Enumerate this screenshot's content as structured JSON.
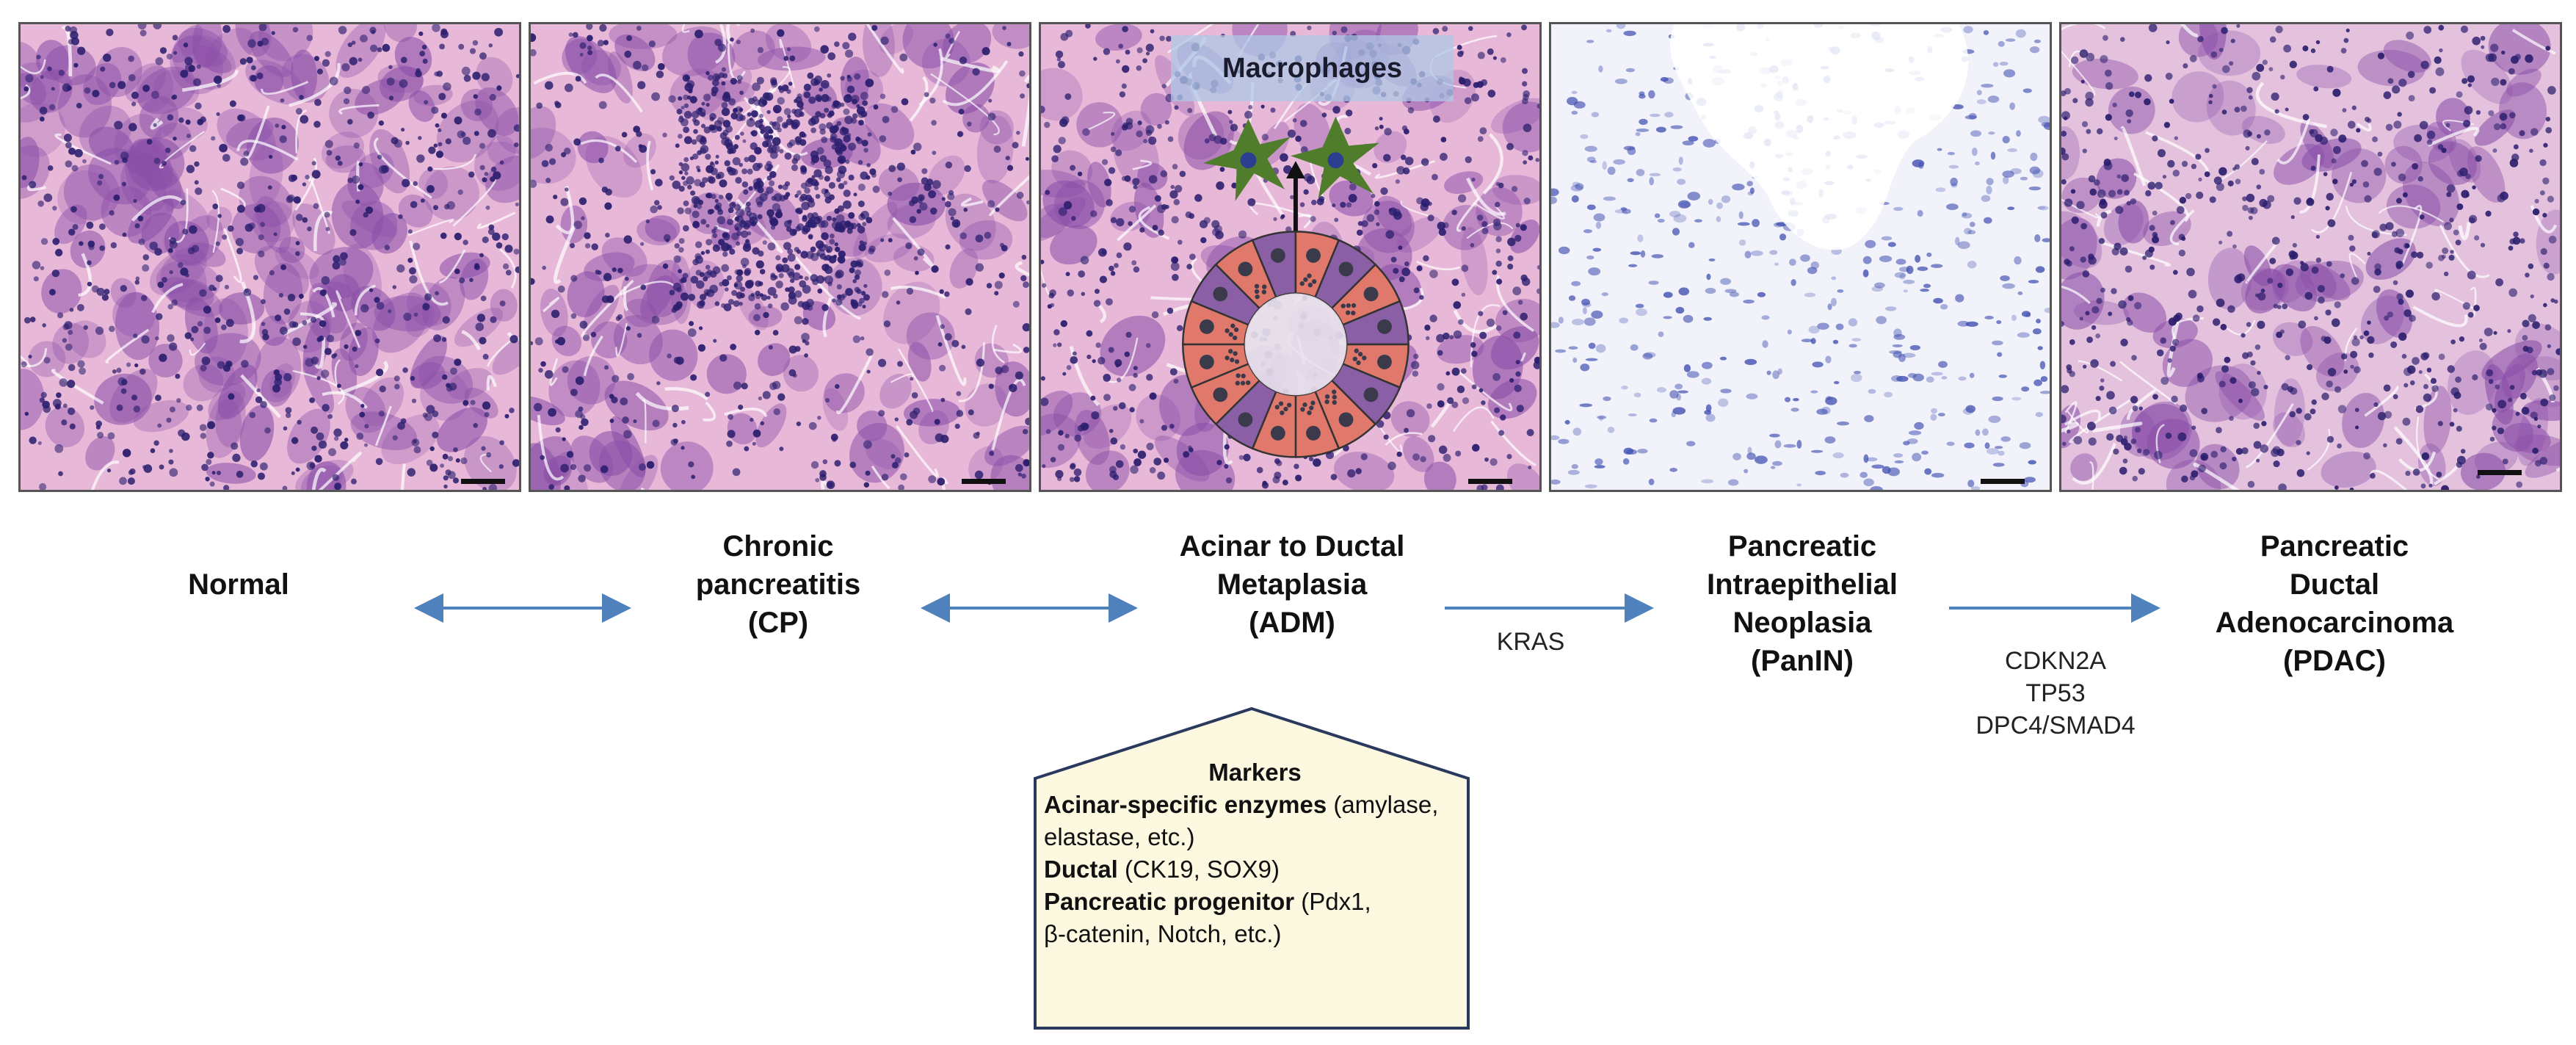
{
  "panels": [
    {
      "name": "Normal"
    },
    {
      "name": "Chronic pancreatitis"
    },
    {
      "name": "Acinar to Ductal Metaplasia"
    },
    {
      "name": "Pancreatic Intraepithelial Neoplasia"
    },
    {
      "name": "Pancreatic Ductal Adenocarcinoma"
    }
  ],
  "overlay": {
    "macrophages_label": "Macrophages"
  },
  "stages": {
    "normal": {
      "line1": "Normal"
    },
    "cp": {
      "line1": "Chronic",
      "line2": "pancreatitis",
      "line3": "(CP)"
    },
    "adm": {
      "line1": "Acinar to  Ductal",
      "line2": "Metaplasia",
      "line3": "(ADM)"
    },
    "panin": {
      "line1": "Pancreatic",
      "line2": "Intraepithelial",
      "line3": "Neoplasia",
      "line4": "(PanIN)"
    },
    "pdac": {
      "line1": "Pancreatic",
      "line2": "Ductal",
      "line3": "Adenocarcinoma",
      "line4": "(PDAC)"
    }
  },
  "genes": {
    "kras": "KRAS",
    "late": [
      "CDKN2A",
      "TP53",
      "DPC4/SMAD4"
    ]
  },
  "markers": {
    "title": "Markers",
    "acinar_bold": "Acinar-specific enzymes",
    "acinar_rest_1": " (amylase,",
    "acinar_rest_2": "elastase, etc.)",
    "ductal_bold": "Ductal",
    "ductal_rest": " (CK19, SOX9)",
    "progenitor_bold": "Pancreatic progenitor",
    "progenitor_rest_1": " (Pdx1,",
    "progenitor_rest_2": " β-catenin, Notch, etc.)"
  },
  "colors": {
    "arrow": "#4f81bd",
    "macrophage": "#4f7d2c",
    "acinar_cell": "#e0796b",
    "ductal_cell": "#8a5fa6",
    "marker_fill": "#fdf9e1",
    "marker_border": "#2a3a5e",
    "he_bg_pink": "#e8b8d8",
    "he_purple": "#8a4fa8",
    "nuclei": "#2b1e6e",
    "panin_bg": "#f2f2fa",
    "panin_blue": "#3f4fb0"
  }
}
